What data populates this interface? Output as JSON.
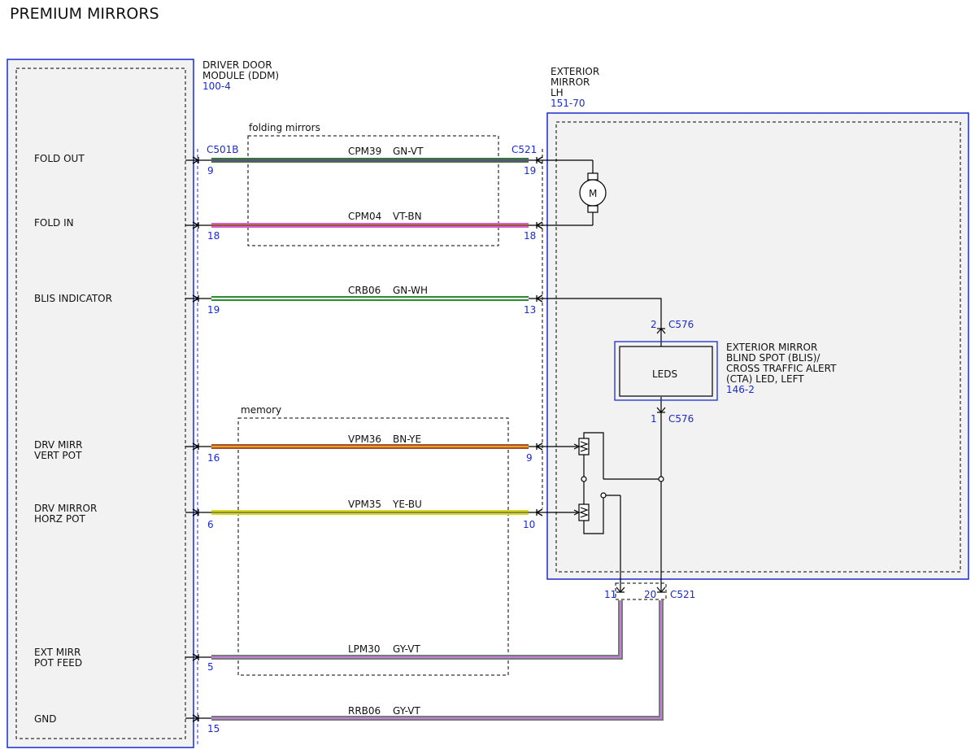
{
  "page_title": "PREMIUM MIRRORS",
  "ddm": {
    "name_line1": "DRIVER DOOR",
    "name_line2": "MODULE (DDM)",
    "ref": "100-4",
    "connector": "C501B",
    "pins": [
      {
        "label_line1": "FOLD OUT",
        "label_line2": "",
        "pin": "9"
      },
      {
        "label_line1": "FOLD IN",
        "label_line2": "",
        "pin": "18"
      },
      {
        "label_line1": "BLIS INDICATOR",
        "label_line2": "",
        "pin": "19"
      },
      {
        "label_line1": "DRV MIRR",
        "label_line2": "VERT POT",
        "pin": "16"
      },
      {
        "label_line1": "DRV MIRROR",
        "label_line2": "HORZ POT",
        "pin": "6"
      },
      {
        "label_line1": "EXT MIRR",
        "label_line2": "POT FEED",
        "pin": "5"
      },
      {
        "label_line1": "GND",
        "label_line2": "",
        "pin": "15"
      }
    ]
  },
  "mirror": {
    "name_line1": "EXTERIOR",
    "name_line2": "MIRROR",
    "name_line3": "LH",
    "ref": "151-70",
    "connector": "C521",
    "motor_symbol": "M",
    "pins": [
      "19",
      "18",
      "13",
      "9",
      "10"
    ],
    "bottom_pins": [
      "11",
      "20"
    ],
    "bottom_connector": "C521"
  },
  "groups": {
    "folding": "folding mirrors",
    "memory": "memory"
  },
  "wires": [
    {
      "circuit": "CPM39",
      "color_code": "GN-VT",
      "colors": [
        "#2e7d2e",
        "#8a2be2"
      ]
    },
    {
      "circuit": "CPM04",
      "color_code": "VT-BN",
      "colors": [
        "#d45fd4",
        "#9b5a2a"
      ]
    },
    {
      "circuit": "CRB06",
      "color_code": "GN-WH",
      "colors": [
        "#2e8b2e",
        "#ffffff"
      ]
    },
    {
      "circuit": "VPM36",
      "color_code": "BN-YE",
      "colors": [
        "#a0522d",
        "#f0c020"
      ]
    },
    {
      "circuit": "VPM35",
      "color_code": "YE-BU",
      "colors": [
        "#d8d820",
        "#5b7bd8"
      ]
    },
    {
      "circuit": "LPM30",
      "color_code": "GY-VT",
      "colors": [
        "#8a8a8a",
        "#b070c8"
      ]
    },
    {
      "circuit": "RRB06",
      "color_code": "GY-VT",
      "colors": [
        "#8a8a8a",
        "#b070c8"
      ]
    }
  ],
  "led": {
    "body_label": "LEDS",
    "name_line1": "EXTERIOR MIRROR",
    "name_line2": "BLIND SPOT (BLIS)/",
    "name_line3": "CROSS TRAFFIC ALERT",
    "name_line4": "(CTA) LED, LEFT",
    "ref": "146-2",
    "connector": "C576",
    "pin_top": "2",
    "pin_bottom": "1"
  },
  "colors": {
    "module_outline": "#1a2bd0",
    "module_fill": "#f2f2f2",
    "ref_text": "#1a2bd0"
  }
}
